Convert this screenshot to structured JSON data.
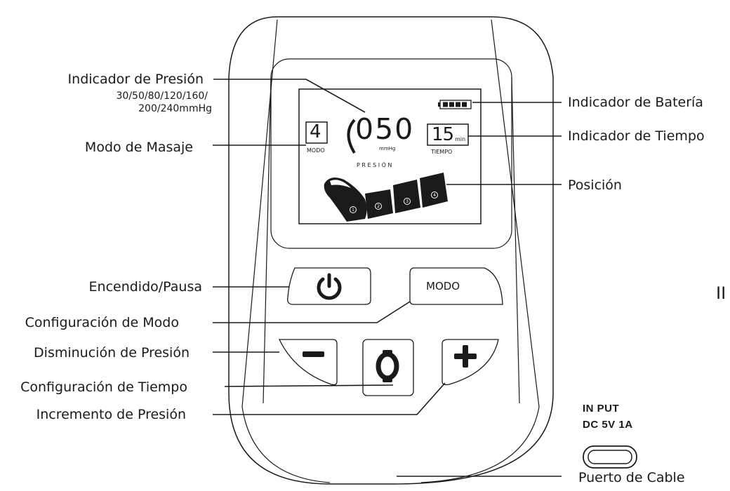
{
  "labels_left": {
    "pressure_indicator": "Indicador de Presión",
    "pressure_values_line1": "30/50/80/120/160/",
    "pressure_values_line2": "200/240mmHg",
    "massage_mode": "Modo de Masaje",
    "power_pause": "Encendido/Pausa",
    "mode_config": "Configuración de Modo",
    "pressure_decrease": "Disminución de Presión",
    "time_config": "Configuración de Tiempo",
    "pressure_increase": "Incremento de Presión"
  },
  "labels_right": {
    "battery_indicator": "Indicador de Batería",
    "time_indicator": "Indicador de Tiempo",
    "position": "Posición",
    "cable_port": "Puerto de Cable"
  },
  "display": {
    "mode_value": "4",
    "mode_label": "MODO",
    "pressure_value": "050",
    "pressure_unit": "mmHg",
    "pressure_label": "P R E S I Ó N",
    "time_value": "15",
    "time_unit": "min",
    "time_label": "TIEMPO",
    "zones": [
      "1",
      "2",
      "3",
      "4"
    ]
  },
  "buttons": {
    "mode_button": "MODO"
  },
  "port": {
    "line1": "IN PUT",
    "line2": "DC 5V 1A"
  },
  "edge_mark": "II"
}
